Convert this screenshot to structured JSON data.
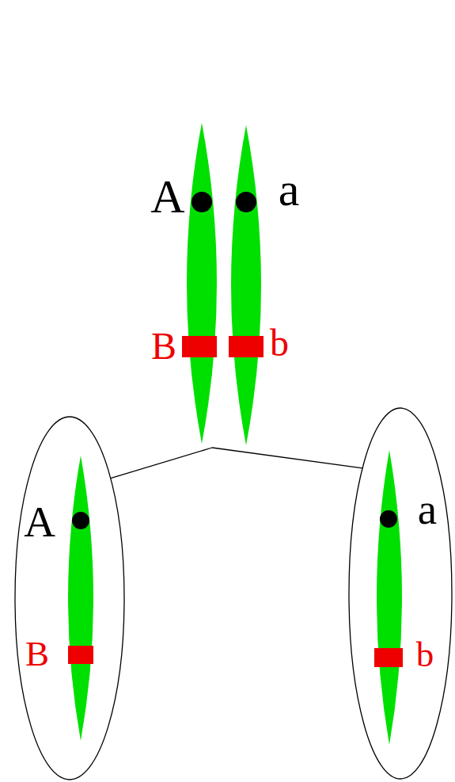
{
  "diagram": {
    "nodes": [
      {
        "text": [
          "A",
          "a",
          "B",
          "b"
        ]
      },
      {
        "text": [
          "A",
          "B"
        ]
      },
      {
        "text": [
          "a",
          "b"
        ]
      }
    ],
    "edges": [
      {
        "from": 0,
        "to": 1,
        "arrow": "none"
      },
      {
        "from": 0,
        "to": 2,
        "arrow": "none"
      }
    ]
  }
}
